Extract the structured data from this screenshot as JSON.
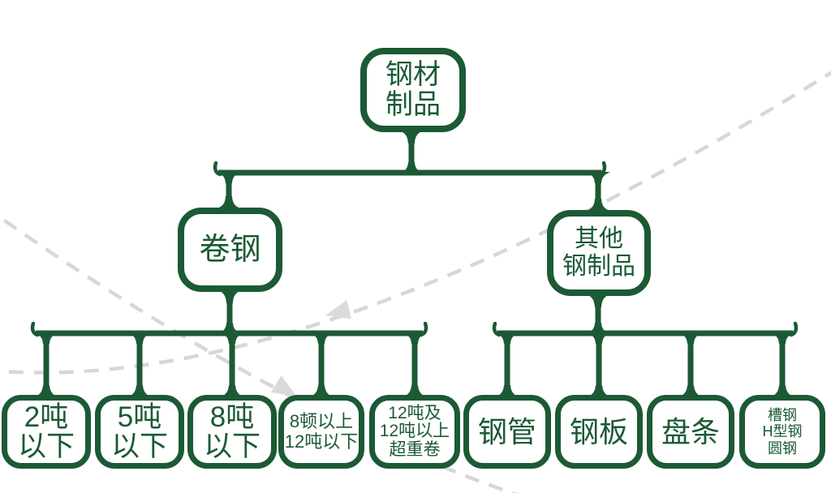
{
  "diagram": {
    "type": "mind-map-hierarchy",
    "colors": {
      "node_green": "#1B5A34",
      "watermark_gray": "#D7D7D7",
      "background": "#FFFFFF"
    },
    "tree": {
      "root": {
        "lines": [
          "钢材",
          "制品"
        ]
      },
      "branches": {
        "coil": {
          "lines": [
            "卷钢"
          ]
        },
        "other": {
          "lines": [
            "其他",
            "钢制品"
          ]
        }
      },
      "coil_leaves": [
        {
          "lines": [
            "2吨",
            "以下"
          ]
        },
        {
          "lines": [
            "5吨",
            "以下"
          ]
        },
        {
          "lines": [
            "8吨",
            "以下"
          ]
        },
        {
          "lines": [
            "8顿以上",
            "12吨以下"
          ]
        },
        {
          "lines": [
            "12吨及",
            "12吨以上",
            "超重卷"
          ]
        }
      ],
      "other_leaves": [
        {
          "lines": [
            "钢管"
          ]
        },
        {
          "lines": [
            "钢板"
          ]
        },
        {
          "lines": [
            "盘条"
          ]
        },
        {
          "lines": [
            "槽钢",
            "H型钢",
            "圆钢"
          ]
        }
      ]
    }
  }
}
